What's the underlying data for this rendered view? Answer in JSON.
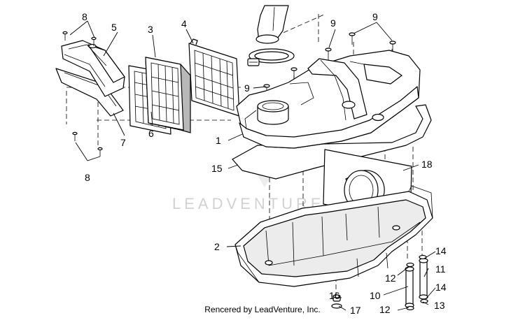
{
  "watermark": "LEADVENTURE",
  "footer": "Rencered by LeadVenture, Inc.",
  "callouts": {
    "c1": "1",
    "c2": "2",
    "c3": "3",
    "c4": "4",
    "c5": "5",
    "c6": "6",
    "c7": "7",
    "c8a": "8",
    "c8b": "8",
    "c9a": "9",
    "c9b": "9",
    "c9c": "9",
    "c10": "10",
    "c11": "11",
    "c12a": "12",
    "c12b": "12",
    "c13": "13",
    "c14a": "14",
    "c14b": "14",
    "c15": "15",
    "c16": "16",
    "c17": "17",
    "c18": "18"
  }
}
